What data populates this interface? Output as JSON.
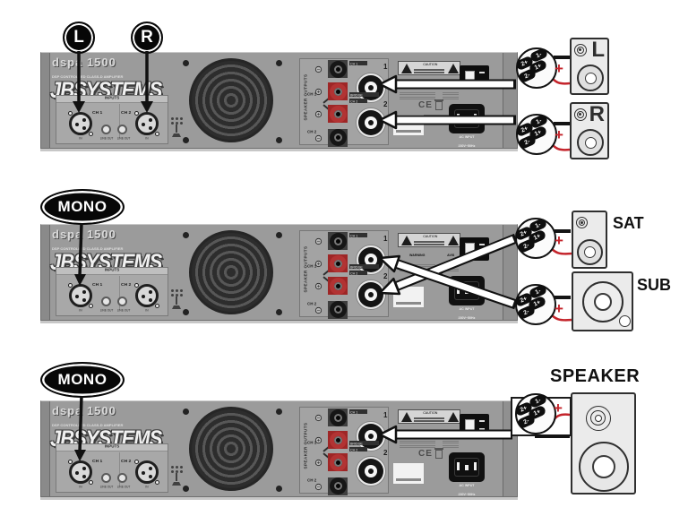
{
  "colors": {
    "accent_red": "#c4242b",
    "panel_gray": "#9b9b9b",
    "balloon_black": "#070707"
  },
  "amp": {
    "model": "dspa 1500",
    "subtitle": "DSP CONTROLLED CLASS-D AMPLIFIER",
    "brand": "JBSYSTEMS",
    "inputs": {
      "header": "INPUTS",
      "ch1": "CH 1",
      "ch2": "CH 2",
      "in_label": "IN",
      "thru_label": "LINE OUT"
    },
    "outputs": {
      "header": "SPEAKER OUTPUTS",
      "ch1": "CH 1",
      "ch2": "CH 2",
      "post_marks": [
        "−",
        "+",
        "+",
        "−"
      ],
      "tag1": "CH 1",
      "tag_bridge": "BRIDGE",
      "tag2": "CH 2",
      "out1": "1",
      "out2": "2"
    },
    "breaker": "BREAKER",
    "caution": "CAUTION",
    "warning": "WARNING",
    "avis": "AVIS",
    "ce": "CE",
    "ac1": "AC INPUT",
    "ac2": "230V~50Hz"
  },
  "plug": {
    "pins": [
      "1-",
      "2+",
      "1+",
      "2-"
    ]
  },
  "wiring": {
    "plus": "+"
  },
  "rows": [
    {
      "callouts": [
        "L",
        "R"
      ],
      "speaker1": "L",
      "speaker2": "R"
    },
    {
      "callout": "MONO",
      "speaker1": "SAT",
      "speaker2": "SUB"
    },
    {
      "callout": "MONO",
      "speaker1": "SPEAKER"
    }
  ]
}
